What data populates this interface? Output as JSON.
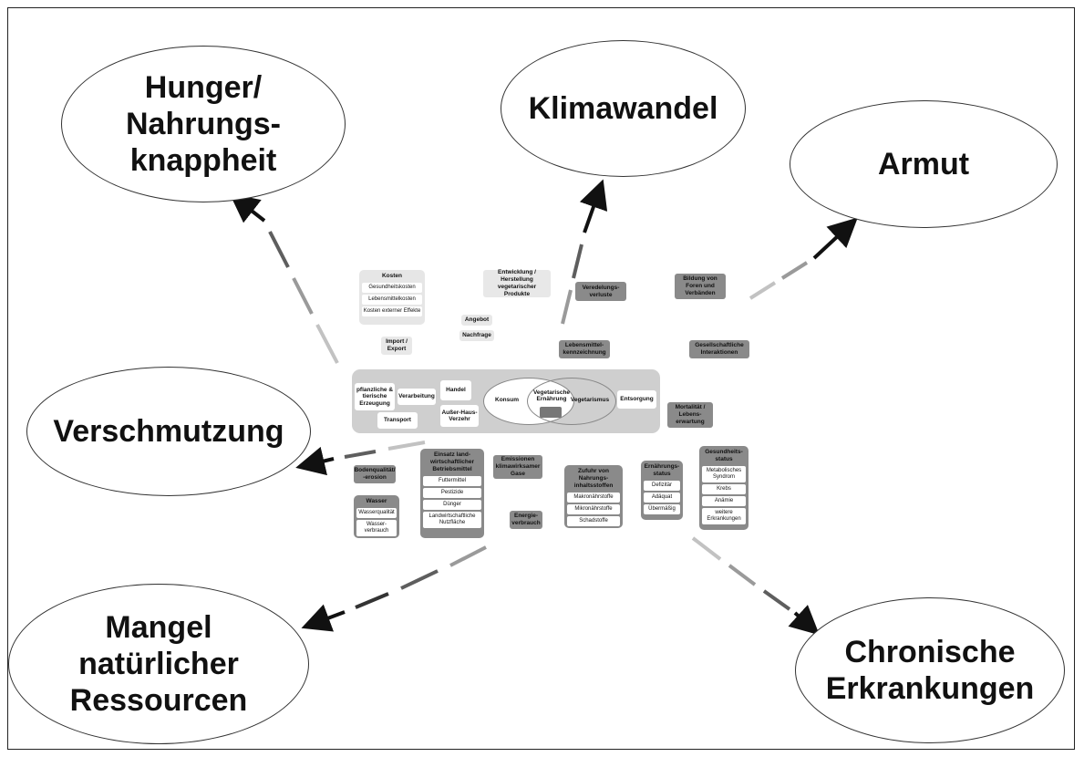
{
  "outer_nodes": {
    "hunger": "Hunger/\nNahrungs-\nknappheit",
    "klima": "Klimawandel",
    "armut": "Armut",
    "verschmutzung": "Verschmutzung",
    "mangel": "Mangel\nnatürlicher\nRessourcen",
    "chronisch": "Chronische\nErkrankungen"
  },
  "top_boxes": {
    "kosten_title": "Kosten",
    "kosten_items": [
      "Gesundheitskosten",
      "Lebensmittelkosten",
      "Kosten externer Effekte"
    ],
    "entwicklung": "Entwicklung /\nHerstellung\nvegetarischer Produkte",
    "veredelung": "Veredelungs-\nverluste",
    "bildung": "Bildung von\nForen und\nVerbänden",
    "angebot": "Angebot",
    "nachfrage": "Nachfrage",
    "import": "Import /\nExport",
    "lebensmittel": "Lebensmittel-\nkennzeichnung",
    "gesellschaft": "Gesellschaftliche\nInteraktionen"
  },
  "chain": {
    "erzeugung": "pflanzliche &\ntierische\nErzeugung",
    "verarbeitung": "Verarbeitung",
    "handel": "Handel",
    "ausser_haus": "Außer-Haus-\nVerzehr",
    "transport": "Transport",
    "konsum": "Konsum",
    "veg_ernaehrung": "Vegetarische\nErnährung",
    "vegetarismus": "Vegetarismus",
    "entsorgung": "Entsorgung"
  },
  "side_boxes": {
    "mortalitaet": "Mortalität /\nLebens-\nerwartung",
    "bodenqualitaet": "Bodenqualität/\n-erosion",
    "emissionen": "Emissionen\nklimawirksamer\nGase",
    "energie": "Energie-\nverbrauch"
  },
  "groups": {
    "wasser": {
      "title": "Wasser",
      "items": [
        "Wasserqualität",
        "Wasser-\nverbrauch"
      ]
    },
    "einsatz": {
      "title": "Einsatz land-\nwirtschaftlicher\nBetriebsmittel",
      "items": [
        "Futtermittel",
        "Pestizide",
        "Dünger",
        "Landwirtschaftliche\nNutzfläche"
      ]
    },
    "zufuhr": {
      "title": "Zufuhr von\nNahrungs-\ninhaltsstoffen",
      "items": [
        "Makronährstoffe",
        "Mikronährstoffe",
        "Schadstoffe"
      ]
    },
    "ernaehrungsstatus": {
      "title": "Ernährungs-\nstatus",
      "items": [
        "Defizitär",
        "Adäquat",
        "Übermäßig"
      ]
    },
    "gesundheit": {
      "title": "Gesundheits-\nstatus",
      "items": [
        "Metabolisches\nSyndrom",
        "Krebs",
        "Anämie",
        "weitere\nErkrankungen"
      ]
    }
  },
  "colors": {
    "arrow_light": "#b0b0b0",
    "arrow_mid": "#6e6e6e",
    "arrow_dark": "#111111",
    "chain_bg": "#cfcfcf"
  }
}
